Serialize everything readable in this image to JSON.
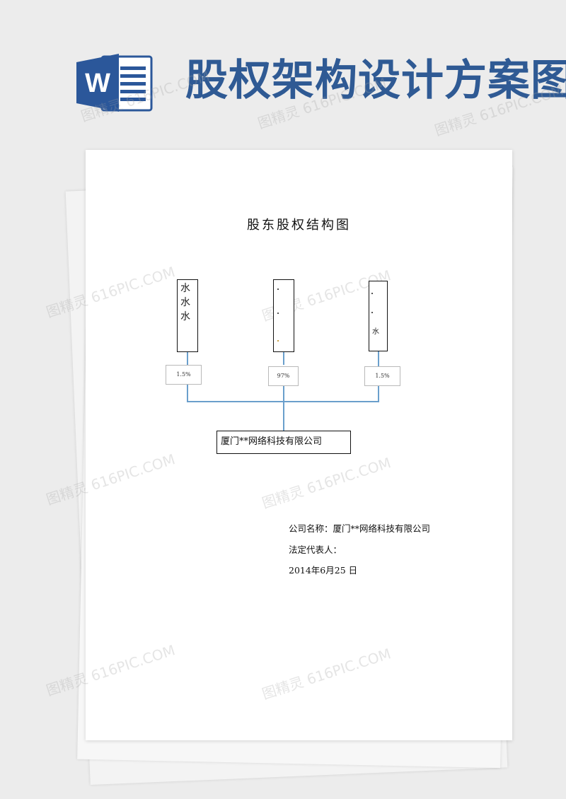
{
  "banner": {
    "title": "股权架构设计方案图",
    "logo_letter": "W",
    "title_color": "#2f5a94",
    "logo_color": "#2b579a"
  },
  "watermark": "图精灵 616PIC.COM",
  "document": {
    "title": "股东股权结构图",
    "shareholders": [
      {
        "name": "水水水",
        "percent": "1.5%"
      },
      {
        "name": "",
        "percent": "97%"
      },
      {
        "name": "水",
        "percent": "1.5%"
      }
    ],
    "company": "厦门**网络科技有限公司",
    "info": {
      "company_line": "公司名称：厦门**网络科技有限公司",
      "legal_rep_line": "法定代表人：",
      "date_line": "2014年6月25 日"
    },
    "connector_color": "#6a9fcc"
  }
}
